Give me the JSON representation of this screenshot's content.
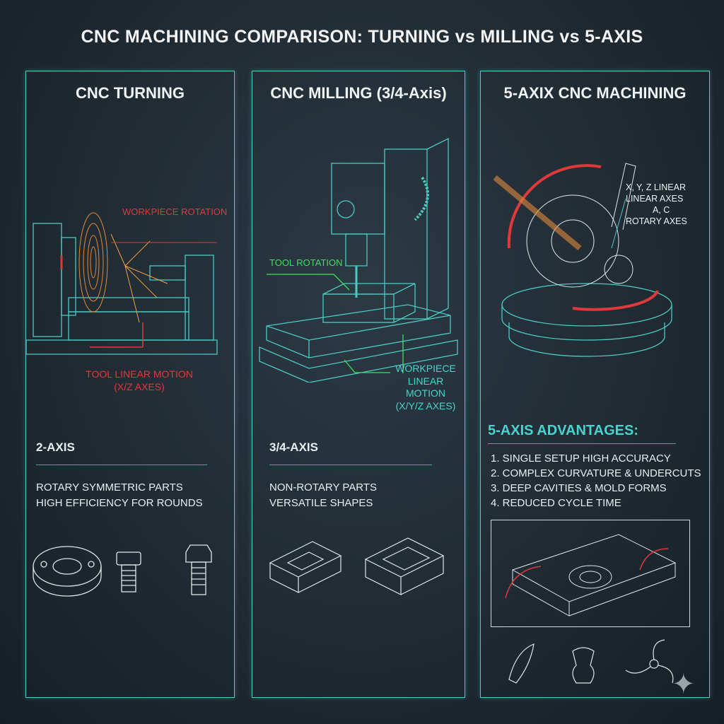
{
  "title": "CNC MACHINING COMPARISON: TURNING vs MILLING vs 5-AXIS",
  "panels": {
    "turning": {
      "title": "CNC TURNING",
      "label_rotation": "WORKPIECE ROTATION",
      "label_motion": [
        "TOOL LINEAR MOTION",
        "(X/Z AXES)"
      ],
      "axis": "2-AXIS",
      "desc": [
        "ROTARY SYMMETRIC PARTS",
        "HIGH EFFICIENCY FOR ROUNDS"
      ]
    },
    "milling": {
      "title": "CNC MILLING (3/4-Axis)",
      "label_rotation": "TOOL ROTATION",
      "label_motion": [
        "WORKPIECE",
        "LINEAR MOTION",
        "(X/Y/Z AXES)"
      ],
      "axis": "3/4-AXIS",
      "desc": [
        "NON-ROTARY PARTS",
        "VERSATILE SHAPES"
      ]
    },
    "five_axis": {
      "title": "5-AXIX CNC MACHINING",
      "label_axes": [
        "X, Y, Z LINEAR",
        "LINEAR AXES",
        "A, C",
        "ROTARY AXES"
      ],
      "adv_title": "5-AXIS ADVANTAGES:",
      "advantages": [
        "1. SINGLE SETUP HIGH ACCURACY",
        "2. COMPLEX CURVATURE & UNDERCUTS",
        "3. DEEP CAVITIES & MOLD FORMS",
        "4. REDUCED CYCLE TIME"
      ]
    }
  },
  "colors": {
    "accent": "#4cc9c4",
    "red": "#e0393a",
    "green": "#3ee05a",
    "background": "#1f2931"
  }
}
